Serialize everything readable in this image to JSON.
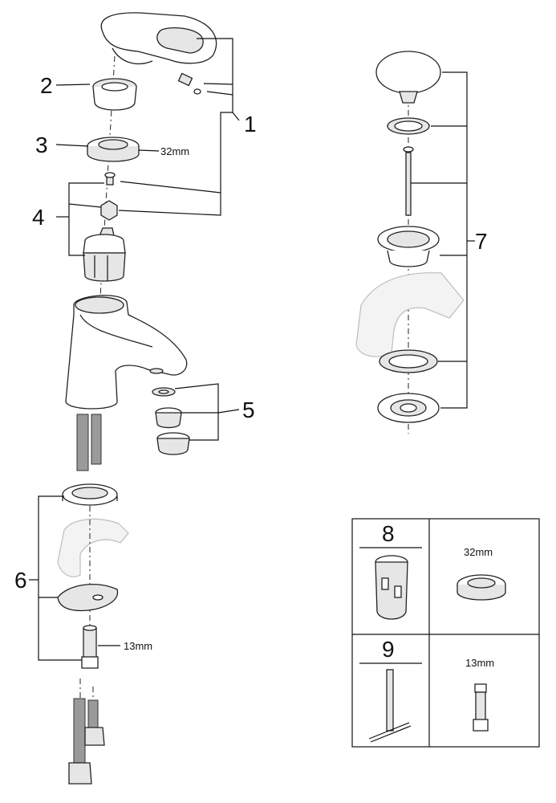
{
  "callouts": {
    "c1": "1",
    "c2": "2",
    "c3": "3",
    "c4": "4",
    "c5": "5",
    "c6": "6",
    "c7": "7",
    "c8": "8",
    "c9": "9"
  },
  "dimensions": {
    "nut_main": "32mm",
    "shank_main": "13mm",
    "nut_box": "32mm",
    "shank_box": "13mm"
  }
}
